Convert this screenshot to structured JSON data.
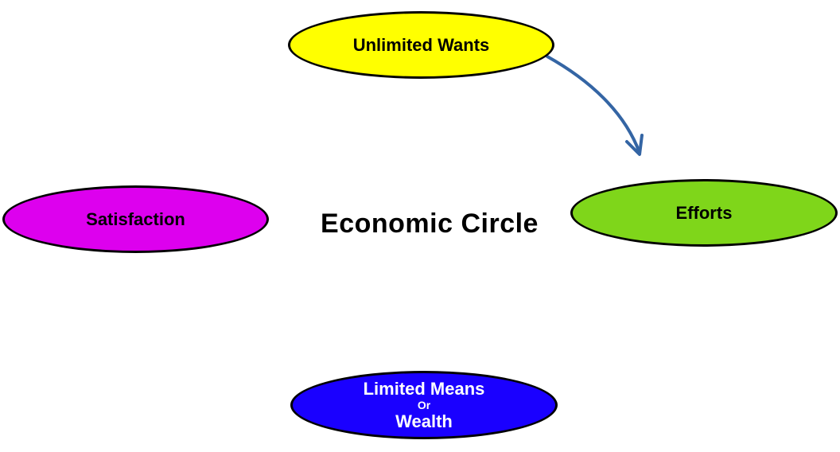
{
  "diagram": {
    "title": "Economic Circle",
    "nodes": {
      "unlimited_wants": {
        "label": "Unlimited Wants",
        "color": "#ffff00"
      },
      "efforts": {
        "label": "Efforts",
        "color": "#7fd61a"
      },
      "satisfaction": {
        "label": "Satisfaction",
        "color": "#dd00ee"
      },
      "limited_means": {
        "line1": "Limited Means",
        "line2": "Or",
        "line3": "Wealth",
        "color": "#1a00ff"
      }
    },
    "edges": [
      {
        "from": "Unlimited Wants",
        "to": "Efforts",
        "color": "#3465a4"
      }
    ]
  }
}
